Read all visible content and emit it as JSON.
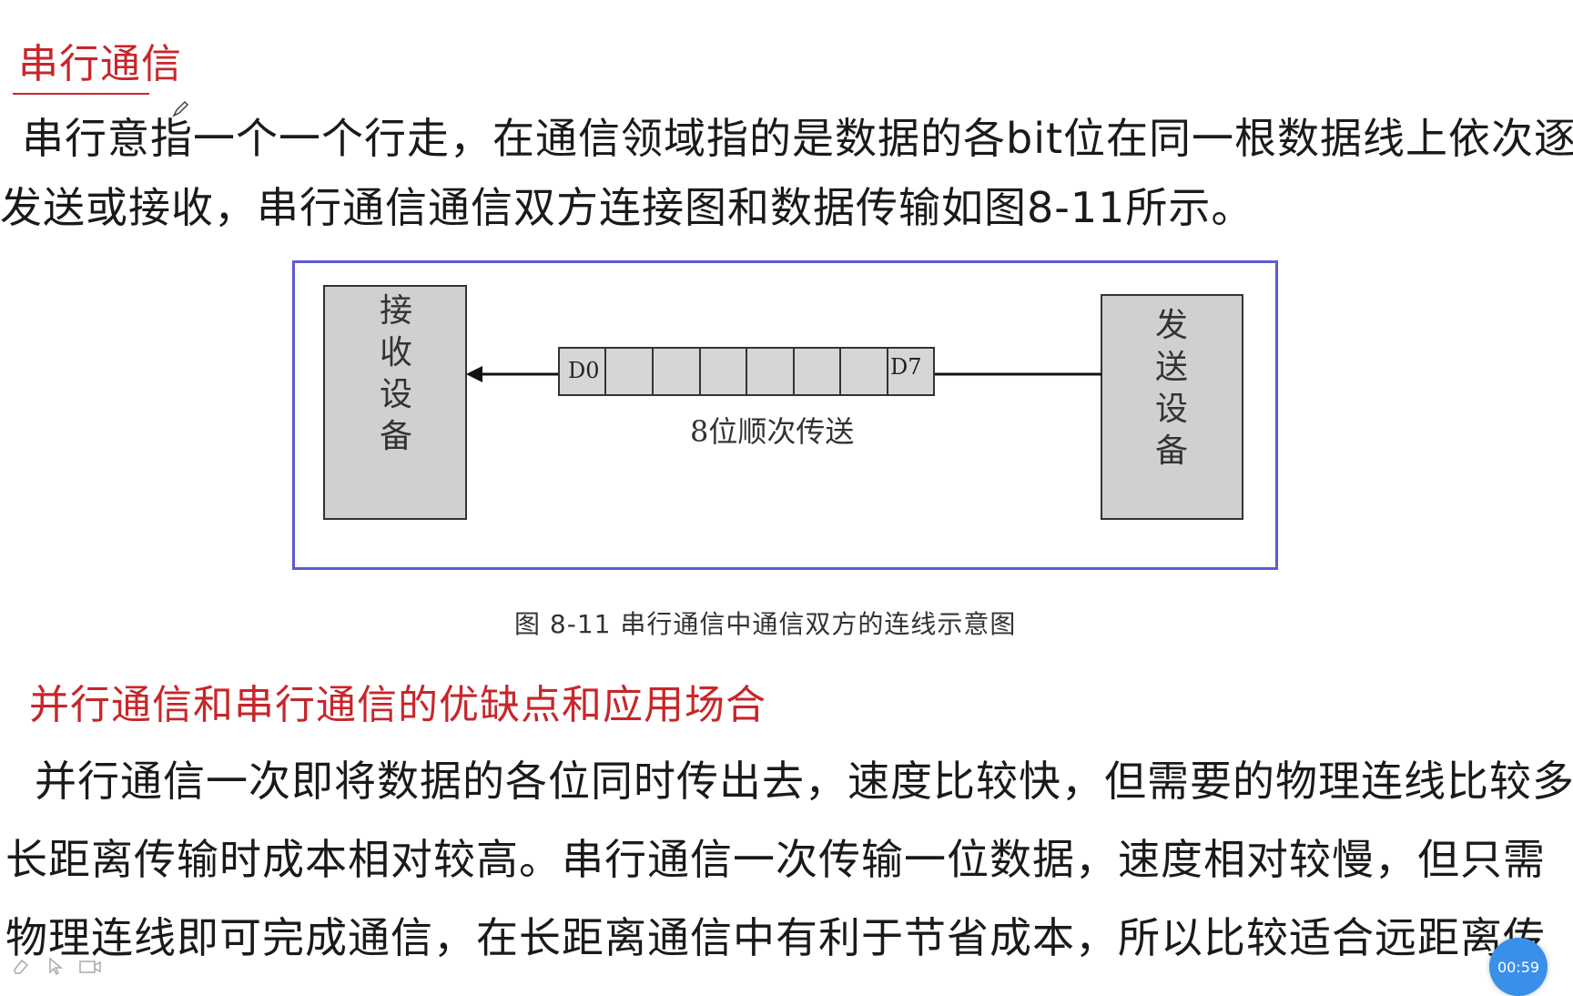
{
  "section1": {
    "title": "串行通信",
    "para_line1": "串行意指一个一个行走，在通信领域指的是数据的各bit位在同一根数据线上依次逐",
    "para_line2": "发送或接收，串行通信通信双方连接图和数据传输如图8-11所示。"
  },
  "diagram": {
    "receiver_label": [
      "接",
      "收",
      "设",
      "备"
    ],
    "sender_label": [
      "发",
      "送",
      "设",
      "备"
    ],
    "bit_left": "D0",
    "bit_right": "D7",
    "bits_label": "8位顺次传送",
    "caption": "图 8-11  串行通信中通信双方的连线示意图"
  },
  "section2": {
    "title": "并行通信和串行通信的优缺点和应用场合",
    "para_line1": "并行通信一次即将数据的各位同时传出去，速度比较快，但需要的物理连线比较多",
    "para_line2": "长距离传输时成本相对较高。串行通信一次传输一位数据，速度相对较慢，但只需",
    "para_line3": "物理连线即可完成通信，在长距离通信中有利于节省成本，所以比较适合远距离传"
  },
  "player": {
    "timer": "00:59",
    "icons": [
      "eraser-icon",
      "pointer-icon",
      "camera-icon",
      "pencil-icon"
    ]
  }
}
